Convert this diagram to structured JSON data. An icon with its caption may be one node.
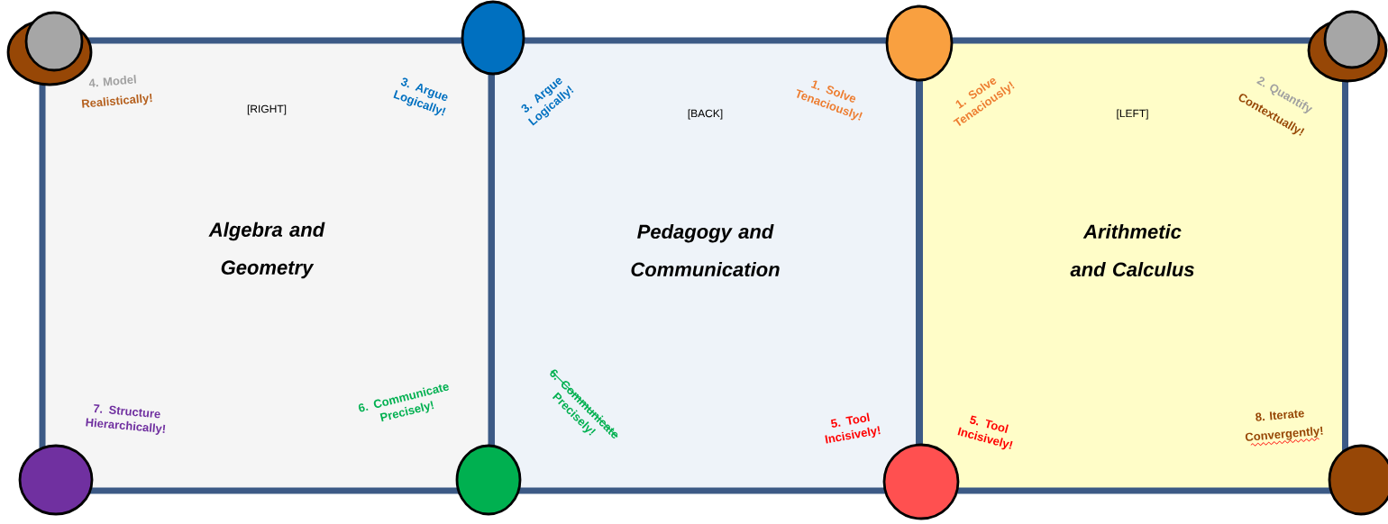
{
  "diagram": {
    "nodes": [
      {
        "text": [
          "[RIGHT]",
          "Algebra and Geometry"
        ]
      },
      {
        "text": [
          "[BACK]",
          "Pedagogy and Communication"
        ]
      },
      {
        "text": [
          "[LEFT]",
          "Arithmetic and Calculus"
        ]
      },
      {
        "text": [],
        "shape": "circle"
      },
      {
        "text": [],
        "shape": "circle"
      },
      {
        "text": [],
        "shape": "circle"
      },
      {
        "text": [],
        "shape": "circle"
      },
      {
        "text": [],
        "shape": "circle"
      },
      {
        "text": [],
        "shape": "circle"
      },
      {
        "text": [],
        "shape": "circle"
      },
      {
        "text": [],
        "shape": "circle"
      },
      {
        "text": [],
        "shape": "circle"
      },
      {
        "text": [],
        "shape": "circle"
      }
    ],
    "labels": [
      "4. Model",
      "Realistically!",
      "3. Argue Logically!",
      "3. Argue Logically!",
      "1. Solve Tenaciously!",
      "1. Solve Tenaciously!",
      "2. Quantify",
      "Contextually!",
      "7. Structure Hierarchically!",
      "6. Communicate Precisely!",
      "6. Communicate Precisely!",
      "5. Tool Incisively!",
      "5. Tool Incisively!",
      "8. Iterate",
      "Convergently!"
    ]
  }
}
